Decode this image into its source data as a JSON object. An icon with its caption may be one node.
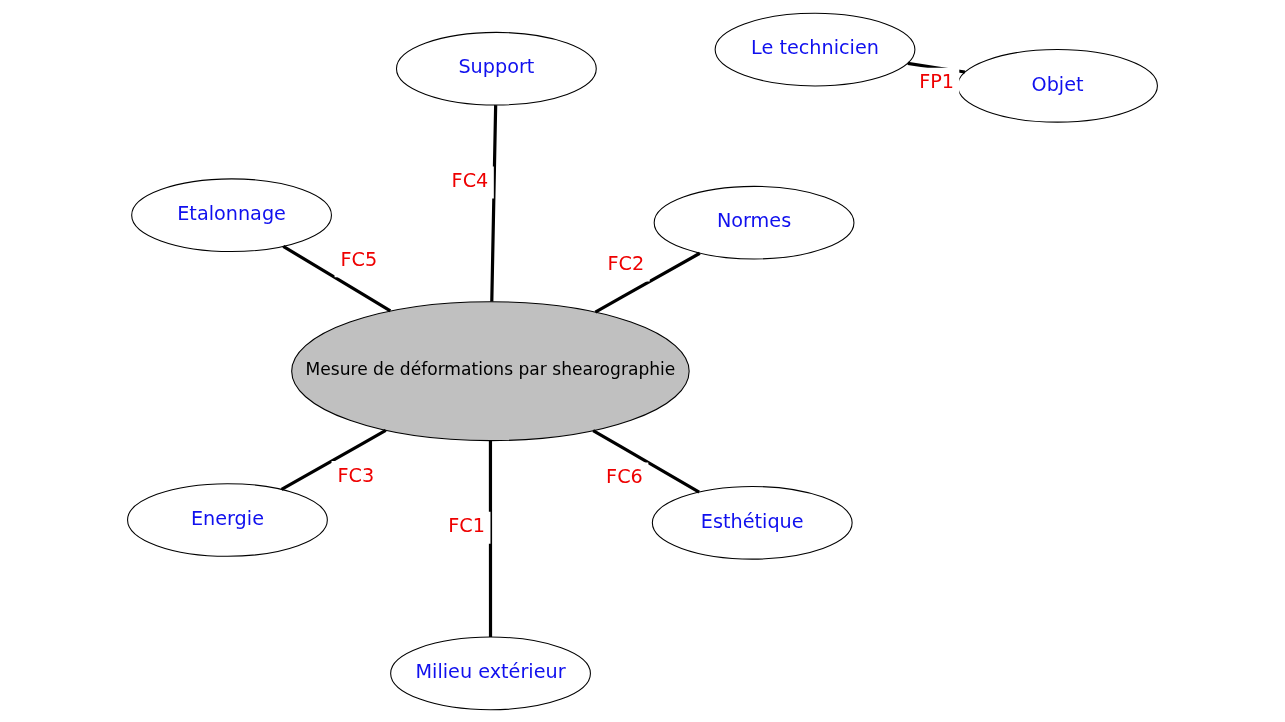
{
  "diagram": {
    "nodes": [
      {
        "text": [
          "Mesure de déformations par shearographie"
        ]
      },
      {
        "text": [
          "Le technicien"
        ]
      },
      {
        "text": [
          "Objet"
        ]
      },
      {
        "text": [
          "Esthétique"
        ]
      },
      {
        "text": [
          "Milieu extérieur"
        ]
      },
      {
        "text": [
          "Etalonnage"
        ]
      },
      {
        "text": [
          "Normes"
        ]
      },
      {
        "text": [
          "Support"
        ]
      },
      {
        "text": [
          "Energie"
        ]
      }
    ],
    "edges": [
      {
        "from": 1,
        "to": 2,
        "arrow": "none",
        "label": "FP1"
      },
      {
        "from": 0,
        "to": 4,
        "arrow": "none",
        "label": "FC1"
      },
      {
        "from": 0,
        "to": 6,
        "arrow": "none",
        "label": "FC2"
      },
      {
        "from": 0,
        "to": 8,
        "arrow": "none",
        "label": "FC3"
      },
      {
        "from": 0,
        "to": 7,
        "arrow": "none",
        "label": "FC4"
      },
      {
        "from": 0,
        "to": 5,
        "arrow": "none",
        "label": "FC5"
      },
      {
        "from": 0,
        "to": 3,
        "arrow": "none",
        "label": "FC6"
      }
    ]
  }
}
